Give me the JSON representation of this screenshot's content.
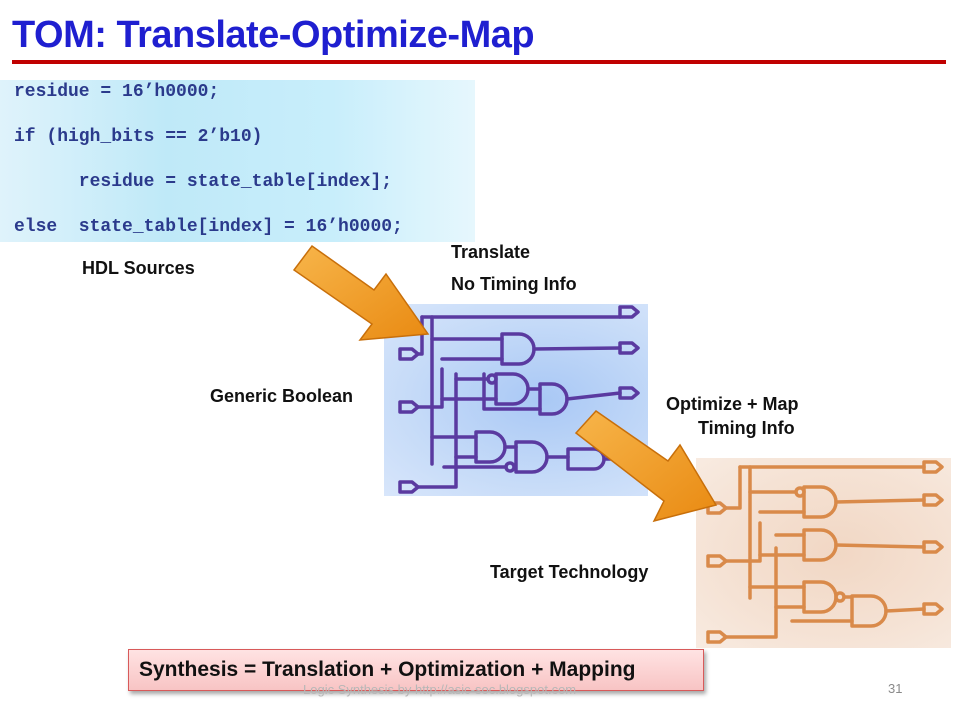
{
  "slide": {
    "title": "TOM: Translate-Optimize-Map",
    "footer": "Logic Synthesis by http://asic-soc.blogspot.com",
    "page_number": "31"
  },
  "code": {
    "lines": [
      "residue = 16’h0000;",
      "if (high_bits == 2’b10)",
      "      residue = state_table[index];",
      "else  state_table[index] = 16’h0000;"
    ]
  },
  "labels": {
    "hdl_sources": "HDL Sources",
    "translate": "Translate",
    "no_timing": "No Timing Info",
    "generic_boolean": "Generic Boolean",
    "optimize_map": "Optimize + Map",
    "timing_info": "Timing Info",
    "target_technology": "Target Technology"
  },
  "summary": {
    "text": "Synthesis = Translation + Optimization + Mapping"
  },
  "colors": {
    "title": "#1f1fd0",
    "rule": "#c00000",
    "generic_circuit": "#5a3aa0",
    "target_circuit": "#d98a4a",
    "arrow": "#f39a1e"
  }
}
